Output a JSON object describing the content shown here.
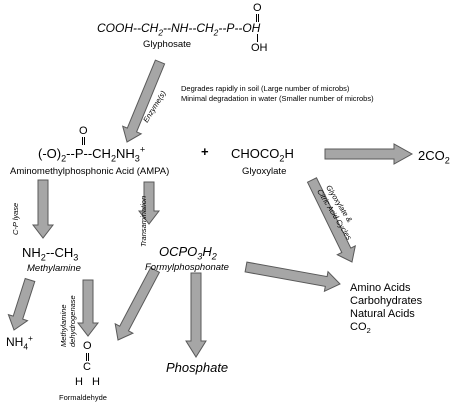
{
  "colors": {
    "arrow_fill": "#a6a6a6",
    "arrow_stroke": "#595959",
    "text": "#000000"
  },
  "glyphosate": {
    "part1": "COOH--CH",
    "sub1": "2",
    "part2": "--NH--CH",
    "sub2": "2",
    "part3": "--P--OH",
    "top_o": "O",
    "bottom_oh": "OH",
    "name": "Glyphosate"
  },
  "enzyme_label": "Enzyme(s)",
  "degradation_notes": [
    "Degrades rapidly in soil (Large number of microbs)",
    "Minimal degradation in water (Smaller number of microbs)"
  ],
  "ampa": {
    "p1": "(-O)",
    "sub1": "2",
    "p2": "--P--CH",
    "sub2": "2",
    "p3": "NH",
    "sub3": "3",
    "sup3": "+",
    "top_o": "O",
    "name": "Aminomethylphosphonic Acid (AMPA)"
  },
  "plus": "+",
  "glyoxylate": {
    "p1": "CHOCO",
    "sub1": "2",
    "p2": "H",
    "name": "Glyoxylate"
  },
  "co2_product": {
    "p1": "2CO",
    "sub1": "2"
  },
  "cp_lyase_label": "C-P lyase",
  "transamination_label": "Transamination",
  "glyoxylate_cycle_label": [
    "Glyoxylate &",
    "Citric Acid Cycles"
  ],
  "methylamine": {
    "p1": "NH",
    "sub1": "2",
    "p2": "--CH",
    "sub2": "3",
    "name": "Methylamine"
  },
  "formylphosphonate": {
    "p1": "OCPO",
    "sub1": "3",
    "p2": "H",
    "sub2": "2",
    "name": "Formylphosphonate"
  },
  "products": {
    "amino_acids": "Amino Acids",
    "carbohydrates": "Carbohydrates",
    "natural_acids": "Natural Acids",
    "co2": {
      "p1": "CO",
      "sub1": "2"
    }
  },
  "ammonium": {
    "p1": "NH",
    "sub1": "4",
    "sup1": "+"
  },
  "dehydrogenase_label": [
    "Methylamine",
    "dehydrogenase"
  ],
  "formaldehyde": {
    "o": "O",
    "c": "C",
    "h_left": "H",
    "h_right": "H",
    "name": "Formaldehyde"
  },
  "phosphate": "Phosphate"
}
